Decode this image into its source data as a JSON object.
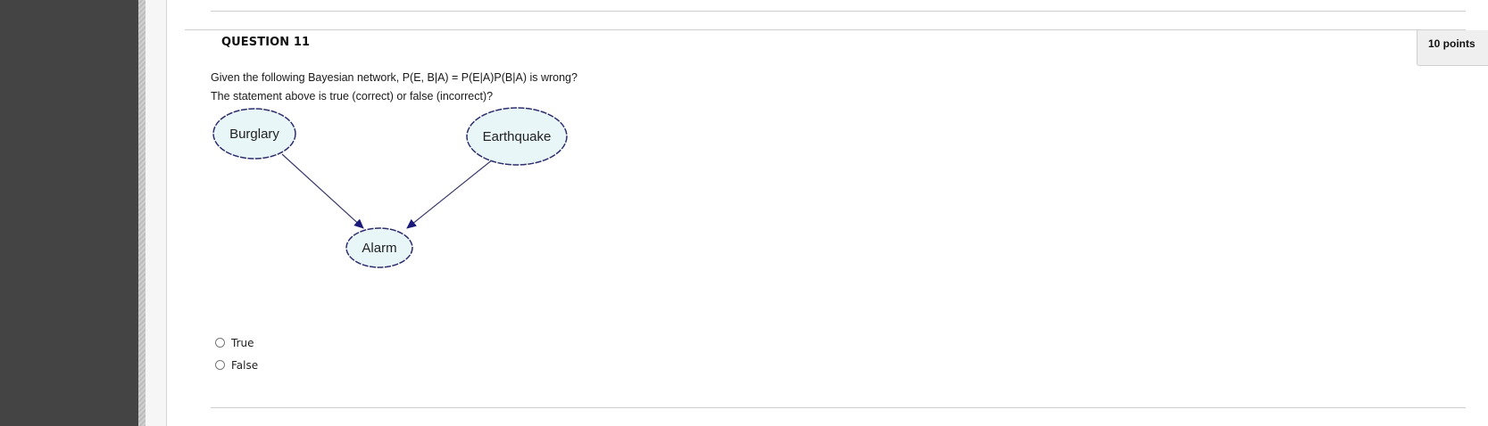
{
  "question": {
    "title": "QUESTION 11",
    "points": "10 points",
    "text_line1": "Given the following Bayesian network, P(E, B|A) = P(E|A)P(B|A) is wrong?",
    "text_line2": "The statement above is true (correct) or false (incorrect)?",
    "diagram": {
      "nodes": [
        {
          "id": "burglary",
          "label": "Burglary"
        },
        {
          "id": "earthquake",
          "label": "Earthquake"
        },
        {
          "id": "alarm",
          "label": "Alarm"
        }
      ],
      "edges": [
        {
          "from": "Burglary",
          "to": "Alarm"
        },
        {
          "from": "Earthquake",
          "to": "Alarm"
        }
      ],
      "node_fill": "#e8f6f8",
      "node_stroke": "#2e2e6e",
      "arrow_color": "#1a1a7a"
    },
    "options": [
      {
        "label": "True",
        "selected": false
      },
      {
        "label": "False",
        "selected": false
      }
    ]
  }
}
